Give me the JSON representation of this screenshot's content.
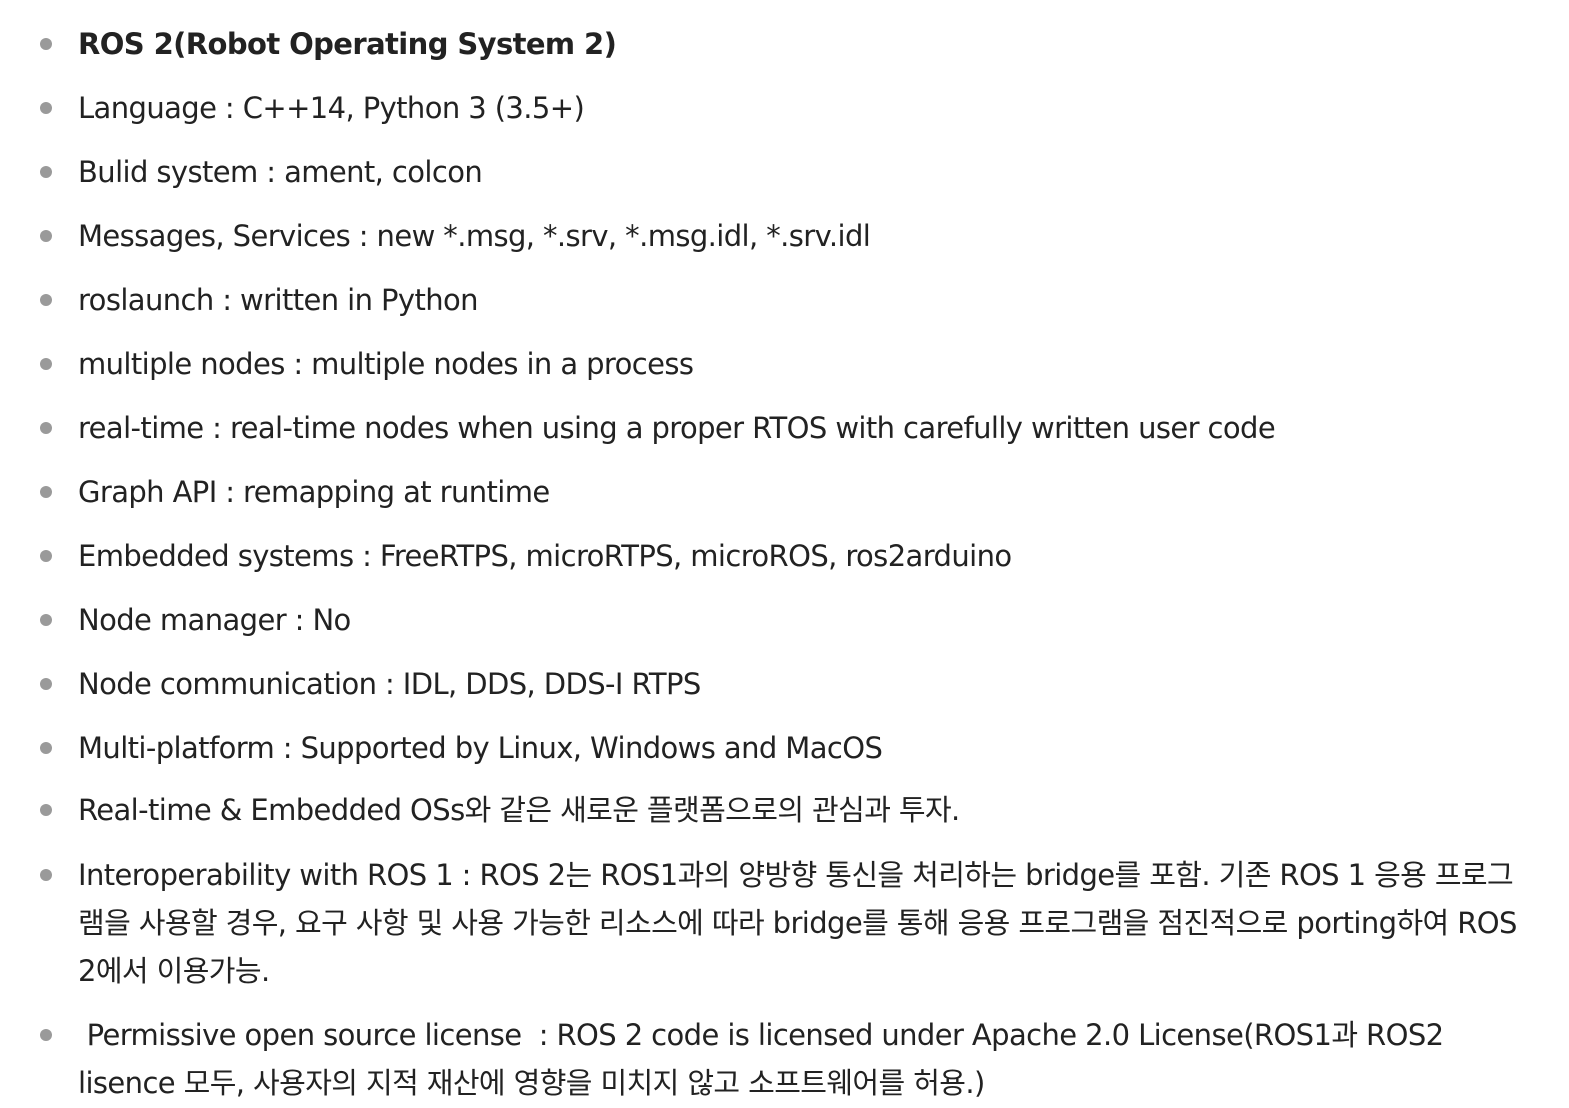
{
  "bullet_list": {
    "items": [
      "ROS 2(Robot Operating System 2)",
      "Language : C++14, Python 3 (3.5+)",
      "Bulid system : ament, colcon",
      "Messages, Services : new *.msg, *.srv, *.msg.idl, *.srv.idl",
      "roslaunch : written in Python",
      "multiple nodes : multiple nodes in a process",
      "real-time : real-time nodes when using a proper RTOS with carefully written user code",
      "Graph API : remapping at runtime",
      "Embedded systems : FreeRTPS, microRTPS, microROS, ros2arduino",
      "Node manager : No",
      "Node communication : IDL, DDS, DDS-I RTPS",
      "Multi-platform : Supported by Linux, Windows and MacOS",
      "Real-time & Embedded OSs와 같은 새로운 플랫폼으로의 관심과 투자.",
      "Interoperability with ROS 1 : ROS 2는 ROS1과의 양방향 통신을 처리하는 bridge를 포함. 기존 ROS 1 응용 프로그램을 사용할 경우, 요구 사항 및 사용 가능한 리소스에 따라 bridge를 통해 응용 프로그램을 점진적으로 porting하여 ROS 2에서 이용가능.",
      " Permissive open source license  : ROS 2 code is licensed under Apache 2.0 License(ROS1과 ROS2 lisence 모두, 사용자의 지적 재산에 영향을 미치지 않고 소프트웨어를 허용.)"
    ]
  }
}
